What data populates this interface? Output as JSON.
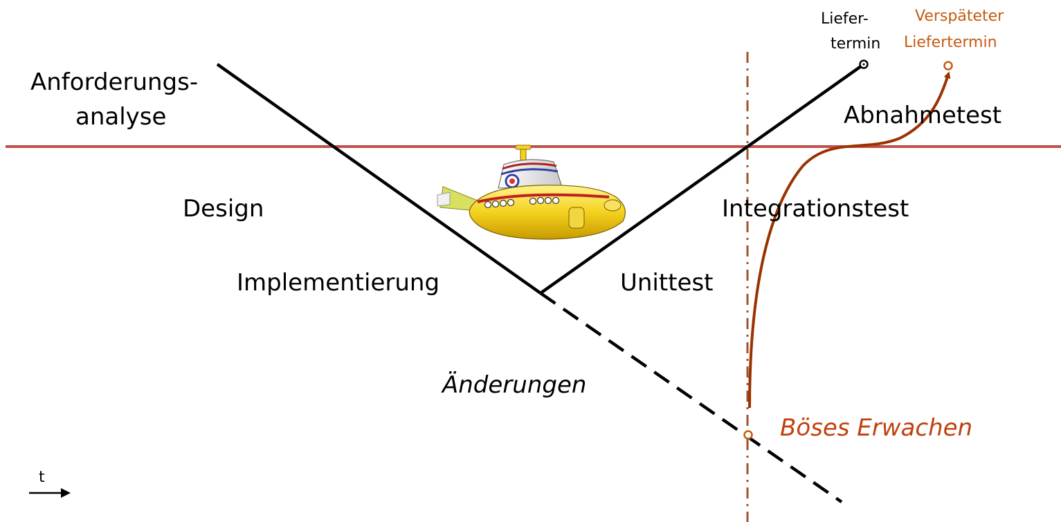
{
  "labels": {
    "anforderungs": "Anforderungs-",
    "analyse": "analyse",
    "design": "Design",
    "implementierung": "Implementierung",
    "unittest": "Unittest",
    "integrationstest": "Integrationstest",
    "abnahmetest": "Abnahmetest",
    "aenderungen": "Änderungen",
    "boeses_erwachen": "Böses Erwachen",
    "liefer": "Liefer-",
    "termin": "termin",
    "verspaeteter": "Verspäteter",
    "liefertermin": "Liefertermin",
    "time_axis": "t"
  },
  "colors": {
    "v_line": "#000000",
    "waterline": "#c0504d",
    "deadline_line": "#a0522d",
    "curve": "#993300",
    "late_text": "#c55a11",
    "boeses_text": "#c0400d"
  }
}
